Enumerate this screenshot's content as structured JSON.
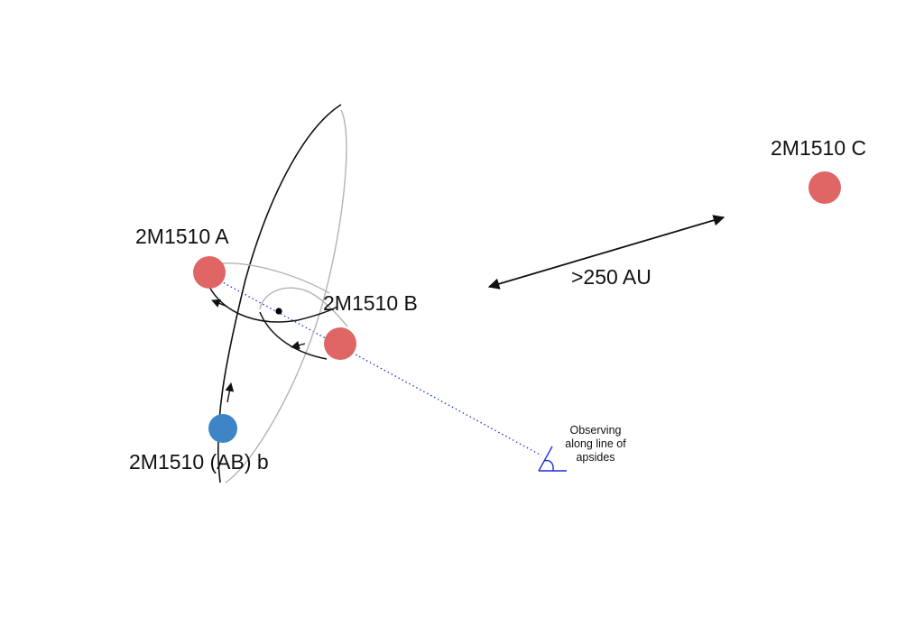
{
  "bodies": {
    "a": {
      "label": "2M1510 A",
      "color": "#e06666"
    },
    "b": {
      "label": "2M1510 B",
      "color": "#e06666"
    },
    "c": {
      "label": "2M1510 C",
      "color": "#e06666"
    },
    "planet": {
      "label": "2M1510 (AB) b",
      "color": "#3d85c6"
    }
  },
  "separation_label": ">250 AU",
  "observer_note": [
    "Observing",
    "along line of",
    "apsides"
  ],
  "colors": {
    "line_of_sight": "#1a2fd6",
    "orbit_dark": "#111111",
    "orbit_light": "#b3b3b3"
  }
}
